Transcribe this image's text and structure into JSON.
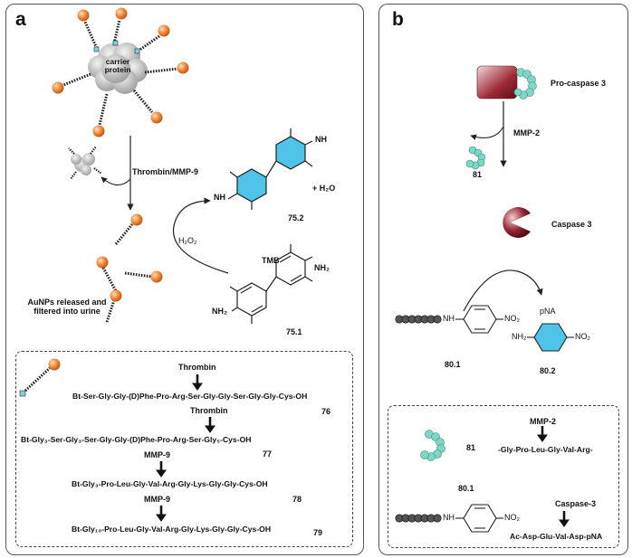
{
  "panel_a": {
    "letter": "a",
    "carrier_line1": "carrier",
    "carrier_line2": "protein",
    "enzyme_label": "Thrombin/MMP-9",
    "released_line1": "AuNPs released and",
    "released_line2": "filtered into urine",
    "h2o2": "H₂O₂",
    "plus_h2o": "+ H₂O",
    "tmb": "TMB",
    "nh": "NH",
    "nh2": "NH₂",
    "compound_oxidized": "75.2",
    "compound_tmb": "75.1",
    "sequences": [
      {
        "enzyme": "Thrombin",
        "peptide": "Bt-Ser-Gly-Gly-(D)Phe-Pro-Arg-Ser-Gly-Gly-Ser-Gly-Gly-Cys-OH",
        "id": "76"
      },
      {
        "enzyme": "Thrombin",
        "peptide": "Bt-Gly₃-Ser-Gly₃-Ser-Gly-Gly-(D)Phe-Pro-Arg-Ser-Gly₅-Cys-OH",
        "id": "77"
      },
      {
        "enzyme": "MMP-9",
        "peptide": "Bt-Gly₃-Pro-Leu-Gly-Val-Arg-Gly-Lys-Gly-Gly-Cys-OH",
        "id": "78"
      },
      {
        "enzyme": "MMP-9",
        "peptide": "Bt-Gly₁₀-Pro-Leu-Gly-Val-Arg-Gly-Lys-Gly-Gly-Cys-OH",
        "id": "79"
      }
    ]
  },
  "panel_b": {
    "letter": "b",
    "procaspase": "Pro-caspase 3",
    "mmp2": "MMP-2",
    "fragment_id": "81",
    "caspase": "Caspase 3",
    "nh": "NH",
    "no2": "NO₂",
    "nh2": "NH₂",
    "pna": "pNA",
    "substrate_id": "80.1",
    "product_id": "80.2",
    "legend": {
      "fragment_id": "81",
      "mmp2": "MMP-2",
      "mmp2_seq": "-Gly-Pro-Leu-Gly-Val-Arg-",
      "substrate_id": "80.1",
      "nh": "NH",
      "no2": "NO₂",
      "caspase3": "Caspase-3",
      "caspase_seq": "Ac-Asp-Glu-Val-Asp-pNA"
    }
  },
  "colors": {
    "gold_np": "#f58a3c",
    "protein_grey": "#bdbdbd",
    "benzene_cyan": "#4fc3e8",
    "caspase_red": "#8a1f2c",
    "fragment_teal": "#7fd6c4",
    "coil_dark": "#222222"
  }
}
